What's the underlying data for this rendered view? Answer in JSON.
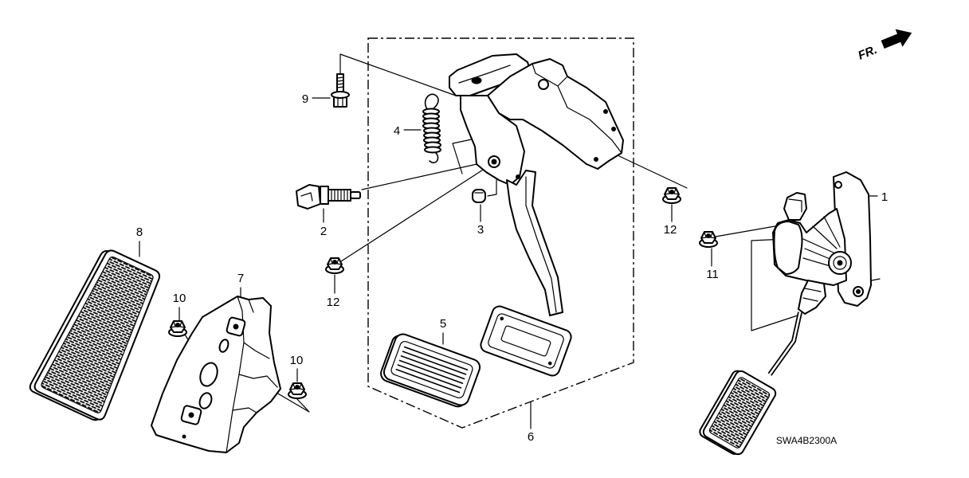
{
  "diagram": {
    "direction_indicator": "FR.",
    "diagram_code": "SWA4B2300A",
    "callouts": [
      "9",
      "4",
      "2",
      "3",
      "12",
      "12",
      "1",
      "11",
      "8",
      "7",
      "10",
      "10",
      "5",
      "6"
    ]
  },
  "colors": {
    "ink": "#000000",
    "paper": "#ffffff"
  }
}
